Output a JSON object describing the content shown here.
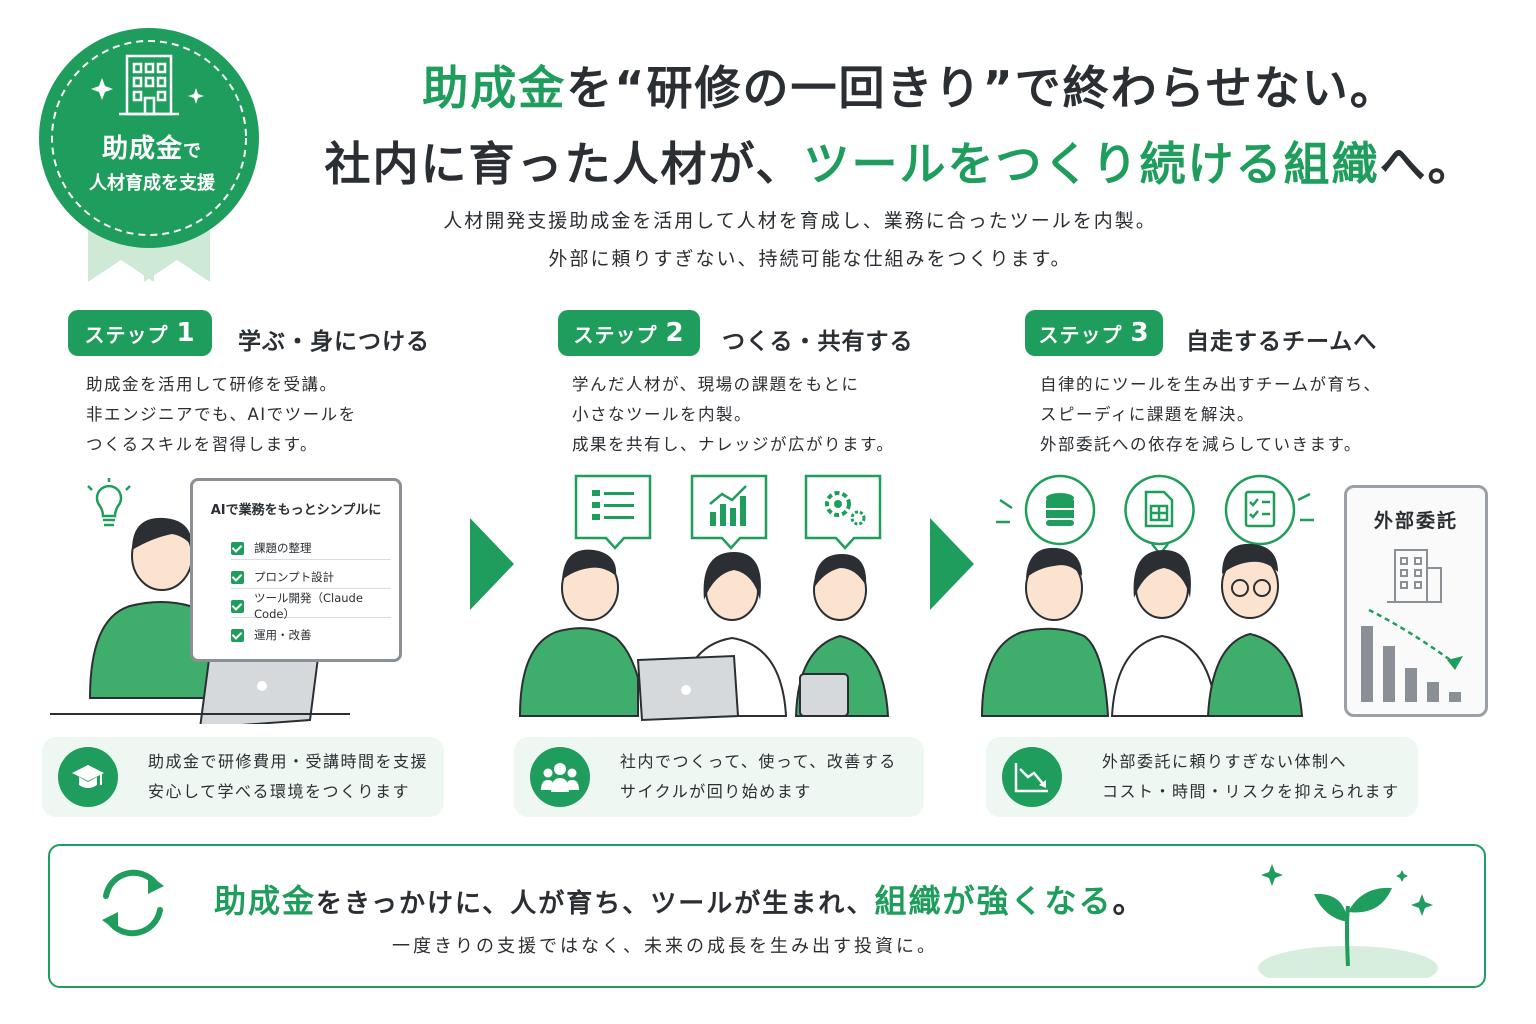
{
  "badge": {
    "line1_main": "助成金",
    "line1_suffix": "で",
    "line2": "人材育成を支援"
  },
  "headline": {
    "line1_green": "助成金",
    "line1_rest": "を“研修の一回きり”で終わらせない。",
    "line2_pre": "社内に育った人材が、",
    "line2_green": "ツールをつくり続ける組織",
    "line2_post": "へ。"
  },
  "subtitle": {
    "line1": "人材開発支援助成金を活用して人材を育成し、業務に合ったツールを内製。",
    "line2": "外部に頼りすぎない、持続可能な仕組みをつくります。"
  },
  "steps": [
    {
      "pill": "ステップ",
      "num": "1",
      "title": "学ぶ・身につける",
      "desc": [
        "助成金を活用して研修を受講。",
        "非エンジニアでも、AIでツールを",
        "つくるスキルを習得します。"
      ],
      "info": [
        "助成金で研修費用・受講時間を支援",
        "安心して学べる環境をつくります"
      ],
      "info_icon": "graduation-cap-icon"
    },
    {
      "pill": "ステップ",
      "num": "2",
      "title": "つくる・共有する",
      "desc": [
        "学んだ人材が、現場の課題をもとに",
        "小さなツールを内製。",
        "成果を共有し、ナレッジが広がります。"
      ],
      "info": [
        "社内でつくって、使って、改善する",
        "サイクルが回り始めます"
      ],
      "info_icon": "team-icon"
    },
    {
      "pill": "ステップ",
      "num": "3",
      "title": "自走するチームへ",
      "desc": [
        "自律的にツールを生み出すチームが育ち、",
        "スピーディに課題を解決。",
        "外部委託への依存を減らしていきます。"
      ],
      "info": [
        "外部委託に頼りすぎない体制へ",
        "コスト・時間・リスクを抑えられます"
      ],
      "info_icon": "trend-down-icon"
    }
  ],
  "checklist": {
    "title": "AIで業務をもっとシンプルに",
    "items": [
      "課題の整理",
      "プロンプト設計",
      "ツール開発（Claude Code）",
      "運用・改善"
    ]
  },
  "outsource": {
    "title": "外部委託"
  },
  "banner": {
    "green1": "助成金",
    "text1": "をきっかけに、人が育ち、ツールが生まれ、",
    "green2": "組織が強くなる",
    "end": "。",
    "sub": "一度きりの支援ではなく、未来の成長を生み出す投資に。"
  },
  "colors": {
    "accent": "#1f9d5c",
    "light": "#eef7f1",
    "text": "#2b2f33"
  }
}
